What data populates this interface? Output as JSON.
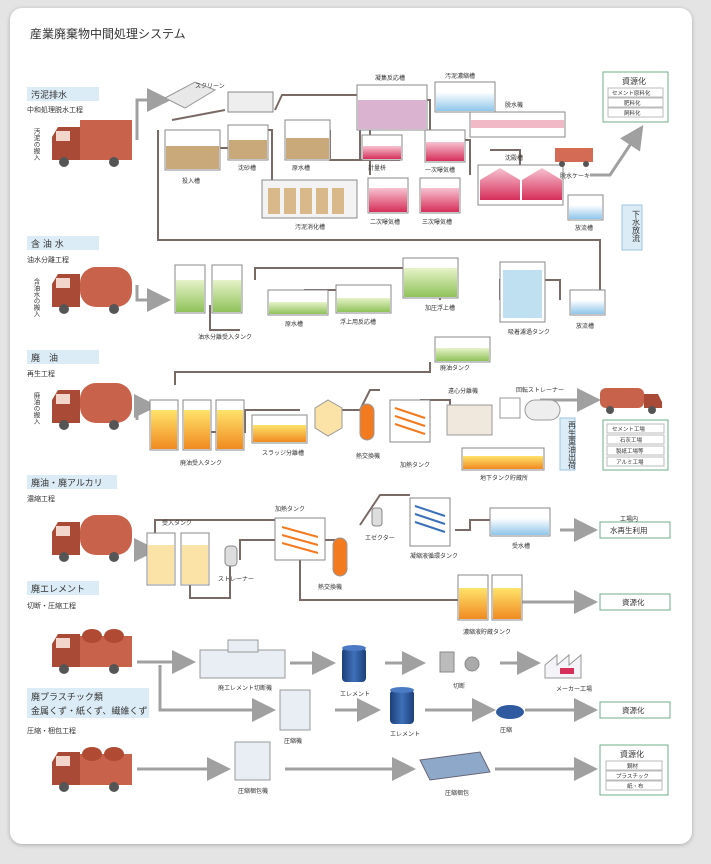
{
  "title": "産業廃棄物中間処理システム",
  "sections": [
    {
      "id": "sludge",
      "name": "汚泥排水",
      "process": "中和処理脱水工程",
      "truck_label": "汚泥の搬入"
    },
    {
      "id": "oily",
      "name": "含 油 水",
      "process": "油水分離工程",
      "truck_label": "含油水の搬入"
    },
    {
      "id": "waste_oil",
      "name": "廃　油",
      "process": "再生工程",
      "truck_label": "廃油の搬入"
    },
    {
      "id": "alkali",
      "name": "廃油・廃アルカリ",
      "process": "濃縮工程"
    },
    {
      "id": "element",
      "name": "廃エレメント",
      "process": "切断・圧縮工程"
    },
    {
      "id": "plastic",
      "name": "廃プラスチック類",
      "name2": "金属くず・紙くず、繊維くず",
      "process": "圧縮・梱包工程"
    }
  ],
  "labels": {
    "screen": "スクリーン",
    "input_tank": "投入槽",
    "sand_tank": "沈砂槽",
    "raw_tank": "原水槽",
    "digestion": "汚泥消化槽",
    "coag": "凝集反応槽",
    "conc": "汚泥濃縮槽",
    "meter": "計量枡",
    "aer1": "一次曝気槽",
    "aer2": "二次曝気槽",
    "aer3": "三次曝気槽",
    "dehyd": "脱水機",
    "settle": "沈殿槽",
    "cake": "脱水ケーキ",
    "discharge": "放流槽",
    "ow_tank": "油水分離受入タンク",
    "ow_raw": "原水槽",
    "float_react": "浮上用反応槽",
    "pressure_float": "加圧浮上槽",
    "adsorb": "吸着濾過タンク",
    "ow_discharge": "放流槽",
    "ow_oil": "廃油タンク",
    "wo_tank": "廃油受入タンク",
    "sludge_sep": "スラッジ分離槽",
    "hex1": "熱交換機",
    "heat_tank1": "加熱タンク",
    "centrifuge": "遠心分離機",
    "rotary": "回転ストレーナー",
    "under_tank": "地下タンク貯蔵所",
    "al_tank": "受入タンク",
    "strainer": "ストレーナー",
    "heat_tank2": "加熱タンク",
    "hex2": "熱交換機",
    "ejector": "エゼクター",
    "cond_tank": "凝縮液循環タンク",
    "recv_tank": "受水槽",
    "conc_tank": "濃縮液貯蔵タンク",
    "el_cutter": "廃エレメント切断機",
    "element1": "エレメント",
    "cut": "切断",
    "maker": "メーカー工場",
    "compressor": "圧縮機",
    "element2": "エレメント",
    "compress": "圧縮",
    "baler": "圧縮梱包機",
    "bale": "圧縮梱包"
  },
  "outputs": {
    "out1": {
      "title": "資源化",
      "items": [
        "セメント原料化",
        "肥料化",
        "飼料化"
      ]
    },
    "sewage": "下水放流",
    "regen": "再生重油出荷",
    "out3": {
      "items": [
        "セメント工場",
        "石灰工場",
        "製紙工場等",
        "アルミ工場"
      ]
    },
    "plant_inside": "工場内",
    "water_reuse": "水再生利用",
    "out5": "資源化",
    "out6": "資源化",
    "out7": {
      "title": "資源化",
      "items": [
        "鋼材",
        "プラスチック",
        "紙・布"
      ]
    }
  },
  "colors": {
    "accent": "#2f8f5a",
    "pipe": "#7a6a66",
    "arrow": "#a0a0a0",
    "label_bg": "#dcecf6",
    "sludge": "#c9a97a",
    "pink": "#e0506f",
    "green": "#a3cf6a",
    "orange": "#f1a030"
  }
}
